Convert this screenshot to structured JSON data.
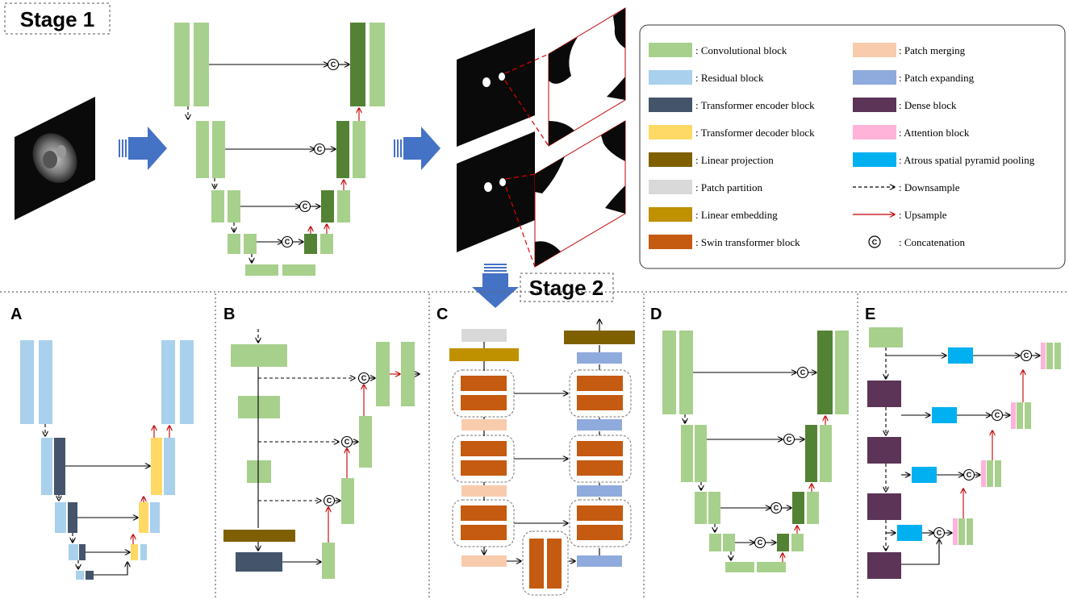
{
  "stages": {
    "stage1": "Stage 1",
    "stage2": "Stage 2"
  },
  "panels": [
    "A",
    "B",
    "C",
    "D",
    "E"
  ],
  "concat_symbol": "C",
  "legend": {
    "items": [
      {
        "key": "conv",
        "label": ": Convolutional block",
        "color": "#a8d08d",
        "icon": "swatch"
      },
      {
        "key": "res",
        "label": ": Residual block",
        "color": "#a9d0ec",
        "icon": "swatch"
      },
      {
        "key": "tenc",
        "label": ": Transformer encoder block",
        "color": "#44546a",
        "icon": "swatch"
      },
      {
        "key": "tdec",
        "label": ": Transformer decoder block",
        "color": "#ffd966",
        "icon": "swatch"
      },
      {
        "key": "linproj",
        "label": ": Linear projection",
        "color": "#7f6000",
        "icon": "swatch"
      },
      {
        "key": "ppart",
        "label": ": Patch partition",
        "color": "#d9d9d9",
        "icon": "swatch"
      },
      {
        "key": "linemb",
        "label": ": Linear embedding",
        "color": "#bf9000",
        "icon": "swatch"
      },
      {
        "key": "swin",
        "label": ": Swin transformer block",
        "color": "#c55a11",
        "icon": "swatch"
      },
      {
        "key": "pmerge",
        "label": ": Patch merging",
        "color": "#f8cbad",
        "icon": "swatch"
      },
      {
        "key": "pexp",
        "label": ": Patch expanding",
        "color": "#8faadc",
        "icon": "swatch"
      },
      {
        "key": "dense",
        "label": ": Dense block",
        "color": "#5b3457",
        "icon": "swatch"
      },
      {
        "key": "attn",
        "label": ": Attention block",
        "color": "#ffb3d9",
        "icon": "swatch"
      },
      {
        "key": "aspp",
        "label": ": Atrous spatial pyramid pooling",
        "color": "#00b0f0",
        "icon": "swatch"
      },
      {
        "key": "down",
        "label": ": Downsample",
        "color": "#000000",
        "icon": "dashed-arrow"
      },
      {
        "key": "up",
        "label": ": Upsample",
        "color": "#c00000",
        "icon": "red-arrow"
      },
      {
        "key": "concat",
        "label": ": Concatenation",
        "color": "#000000",
        "icon": "concat-circle"
      }
    ]
  },
  "colors": {
    "conv": "#a8d08d",
    "conv_dark": "#548235",
    "res": "#a9d0ec",
    "tenc": "#44546a",
    "tdec": "#ffd966",
    "linproj": "#7f6000",
    "ppart": "#d9d9d9",
    "linemb": "#bf9000",
    "swin": "#c55a11",
    "pmerge": "#f8cbad",
    "pexp": "#8faadc",
    "dense": "#5b3457",
    "attn": "#ffb3d9",
    "aspp": "#00b0f0",
    "blue_arrow": "#4472c4",
    "upsample": "#c00000",
    "dashed_red": "#e00000"
  }
}
